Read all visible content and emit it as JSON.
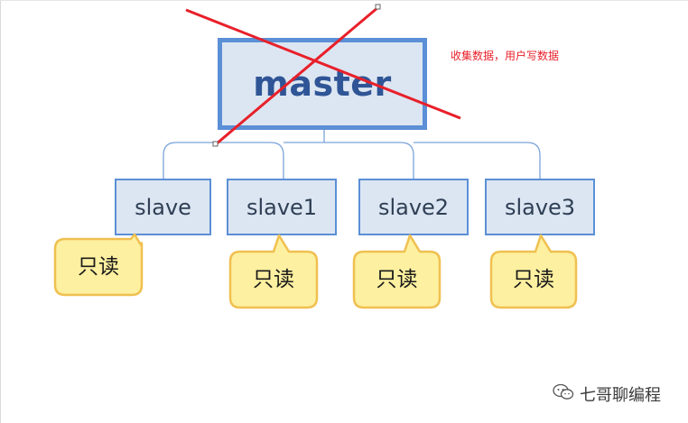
{
  "diagram": {
    "master": {
      "label": "master"
    },
    "slaves": [
      {
        "label": "slave"
      },
      {
        "label": "slave1"
      },
      {
        "label": "slave2"
      },
      {
        "label": "slave3"
      }
    ],
    "callouts": [
      {
        "text": "只读"
      },
      {
        "text": "只读"
      },
      {
        "text": "只读"
      },
      {
        "text": "只读"
      }
    ],
    "master_note": "收集数据，用户写数据"
  },
  "watermark": {
    "text": "七哥聊编程",
    "icon": "wechat-icon"
  },
  "colors": {
    "box_border": "#5b8fd6",
    "box_fill": "#dce6f2",
    "master_text": "#2f5596",
    "connector": "#7aa3d9",
    "cross": "#e8202a",
    "callout_fill": "#fdf0a0",
    "callout_border": "#f0c050",
    "note_text": "#e8202a"
  }
}
